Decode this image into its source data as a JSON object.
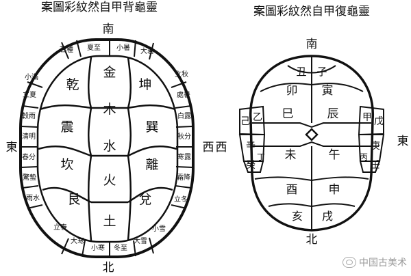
{
  "back_shell": {
    "title": "案圖彩紋然自甲背龜靈",
    "dir_south": "南",
    "dir_north": "北",
    "dir_east": "東",
    "dir_west": "西",
    "center_column": [
      "金",
      "木",
      "水",
      "火",
      "土"
    ],
    "left_trigrams": [
      "乾",
      "震",
      "坎",
      "艮"
    ],
    "right_trigrams": [
      "坤",
      "巽",
      "離",
      "兌"
    ],
    "top_terms": [
      "芒種",
      "夏至",
      "小暑",
      "大暑"
    ],
    "bottom_terms": [
      "立春",
      "大寒",
      "小寒",
      "冬至",
      "大雪",
      "小雪"
    ],
    "left_terms": [
      "小滿",
      "立夏",
      "穀雨",
      "清明",
      "春分",
      "驚蟄",
      "雨水"
    ],
    "right_terms": [
      "立秋",
      "處暑",
      "白露",
      "秋分",
      "寒露",
      "霜降",
      "立冬"
    ]
  },
  "belly_shell": {
    "title": "案圖彩紋然自甲復龜靈",
    "dir_south": "南",
    "dir_north": "北",
    "dir_east": "東",
    "dir_west": "西",
    "top_pair": [
      "丑",
      "子"
    ],
    "row2": [
      "卯",
      "寅"
    ],
    "row3": [
      "巳",
      "辰"
    ],
    "row4": [
      "未",
      "午"
    ],
    "row5": [
      "酉",
      "申"
    ],
    "row6": [
      "亥",
      "戌"
    ],
    "left_stems": [
      "己",
      "乙",
      "辛",
      "癸",
      "丁"
    ],
    "right_stems": [
      "甲",
      "戊",
      "庚",
      "丙",
      "壬"
    ]
  },
  "watermark": "中国古美术"
}
